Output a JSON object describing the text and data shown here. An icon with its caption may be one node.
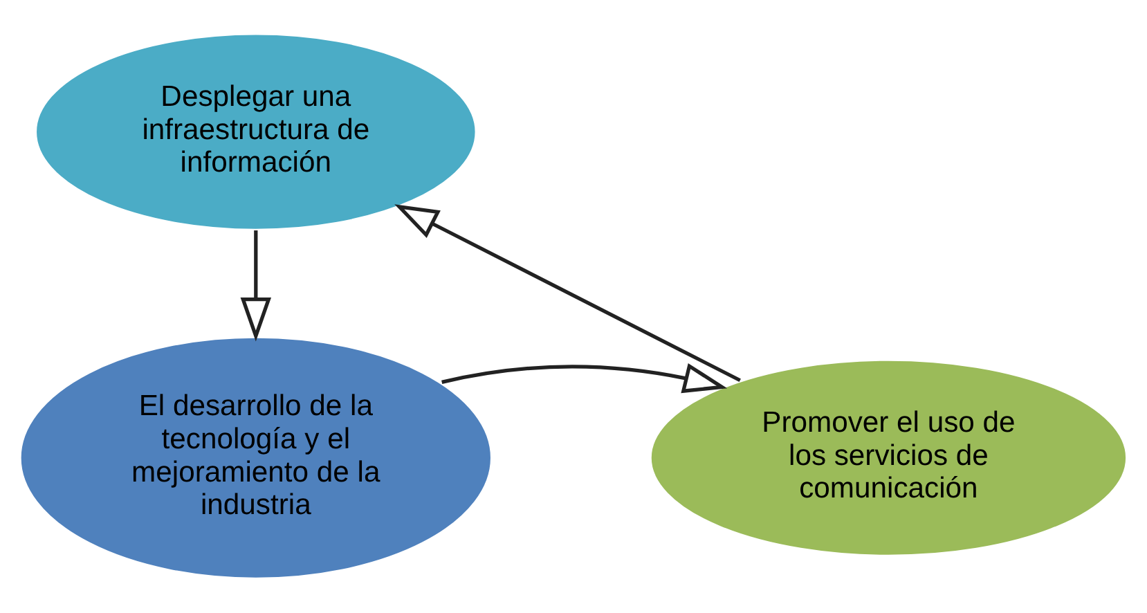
{
  "diagram": {
    "nodes": [
      {
        "text": [
          "Desplegar una infraestructura de información"
        ]
      },
      {
        "text": [
          "El desarrollo de la tecnología y el mejoramiento de la industria"
        ]
      },
      {
        "text": [
          "Promover el uso de los servicios de comunicación"
        ]
      }
    ],
    "edges": [
      {
        "from": 0,
        "to": 1,
        "arrow": "to"
      },
      {
        "from": 1,
        "to": 2,
        "arrow": "to"
      },
      {
        "from": 2,
        "to": 0,
        "arrow": "to"
      }
    ]
  }
}
